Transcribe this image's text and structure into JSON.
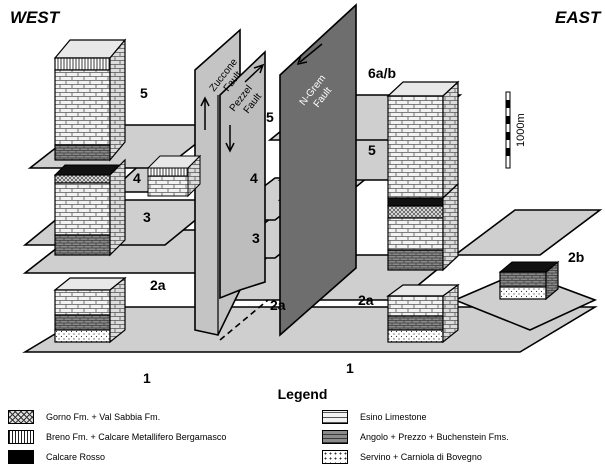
{
  "directions": {
    "west": "WEST",
    "east": "EAST"
  },
  "faults": {
    "zuccone": [
      "Zuccone",
      "Fault"
    ],
    "pezzel": [
      "Pezzel",
      "Fault"
    ],
    "ngrem": [
      "N-Grem",
      "Fault"
    ]
  },
  "scale_label": "1000m",
  "units": {
    "u1": "1",
    "u2a": "2a",
    "u2b": "2b",
    "u3": "3",
    "u4": "4",
    "u5": "5",
    "u6ab": "6a/b"
  },
  "legend": {
    "title": "Legend",
    "items": [
      {
        "label": "Gorno Fm.  + Val Sabbia Fm.",
        "pattern": "crosshatch"
      },
      {
        "label": "Breno Fm.  + Calcare Metallifero Bergamasco",
        "pattern": "vertical-lines"
      },
      {
        "label": "Calcare Rosso",
        "pattern": "solid-black"
      },
      {
        "label": "Esino Limestone",
        "pattern": "brick-light"
      },
      {
        "label": "Angolo  + Prezzo  + Buchenstein Fms.",
        "pattern": "brick-dark"
      },
      {
        "label": "Servino  + Carniola di Bovegno",
        "pattern": "dots"
      }
    ]
  }
}
